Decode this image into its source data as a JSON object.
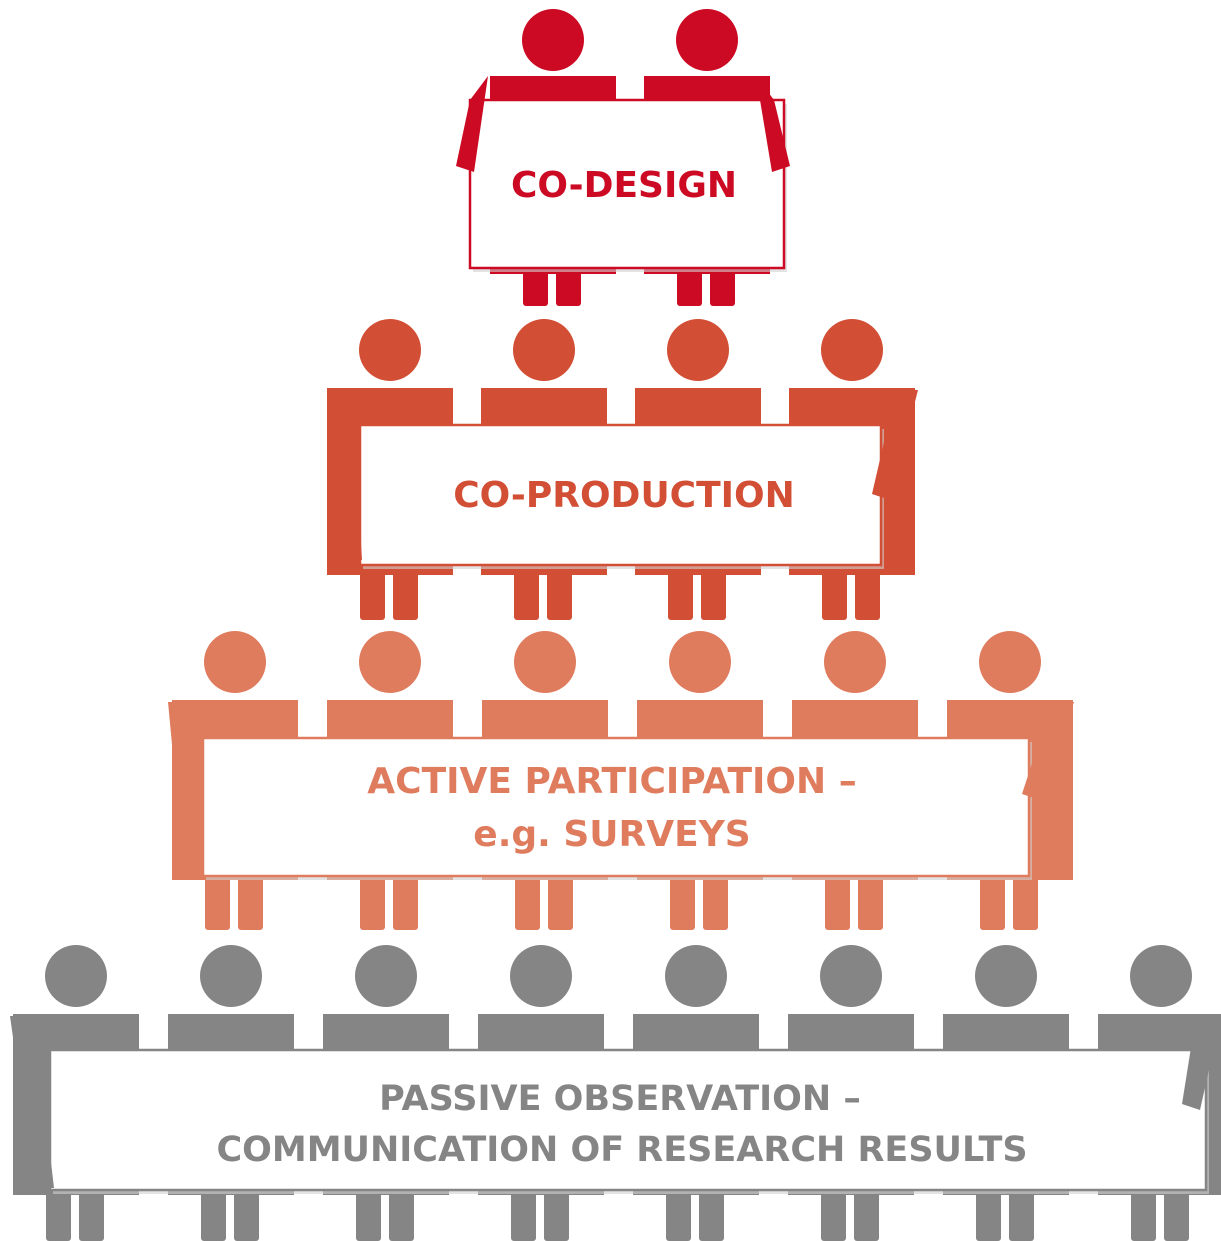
{
  "diagram": {
    "colors": {
      "tier1": "#cc0a23",
      "tier2": "#d24e34",
      "tier3": "#e07c5e",
      "tier4": "#858585",
      "sign_fill": "#ffffff"
    },
    "tiers": [
      {
        "id": "co-design",
        "people": 2,
        "color_key": "tier1",
        "lines": [
          "CO-DESIGN"
        ]
      },
      {
        "id": "co-production",
        "people": 4,
        "color_key": "tier2",
        "lines": [
          "CO-PRODUCTION"
        ]
      },
      {
        "id": "active-participation",
        "people": 6,
        "color_key": "tier3",
        "lines": [
          "ACTIVE PARTICIPATION –",
          "e.g. SURVEYS"
        ]
      },
      {
        "id": "passive-observation",
        "people": 8,
        "color_key": "tier4",
        "lines": [
          "PASSIVE OBSERVATION –",
          "COMMUNICATION OF RESEARCH RESULTS"
        ]
      }
    ]
  }
}
